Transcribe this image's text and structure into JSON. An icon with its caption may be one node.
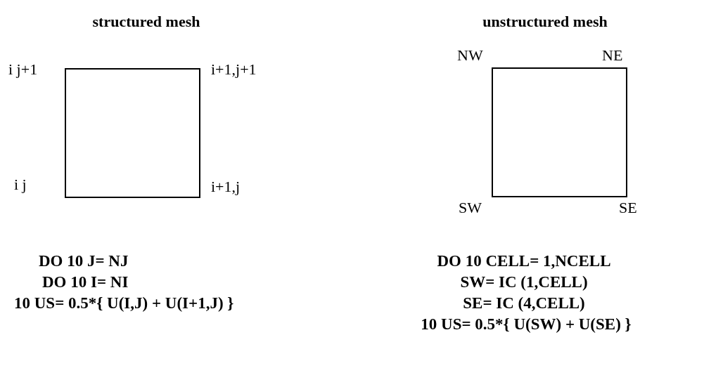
{
  "diagram": {
    "nodes": [
      {
        "text": [],
        "shape": "box",
        "beside": [
          "i j+1",
          "i+1,j+1",
          "i j",
          "i+1,j"
        ]
      },
      {
        "text": [],
        "shape": "box",
        "beside": [
          "NW",
          "NE",
          "SW",
          "SE"
        ]
      }
    ],
    "edges": [],
    "labels": [
      "structured mesh",
      "unstructured mesh",
      "DO 10 J= NJ",
      "DO 10 CELL= 1,NCELL",
      "DO 10 I= NI",
      "SW= IC (1,CELL)",
      "10 US= 0.5*{ U(I,J) + U(I+1,J) }",
      "SE= IC (4,CELL)",
      "10 US= 0.5*{ U(SW) + U(SE) }"
    ]
  }
}
